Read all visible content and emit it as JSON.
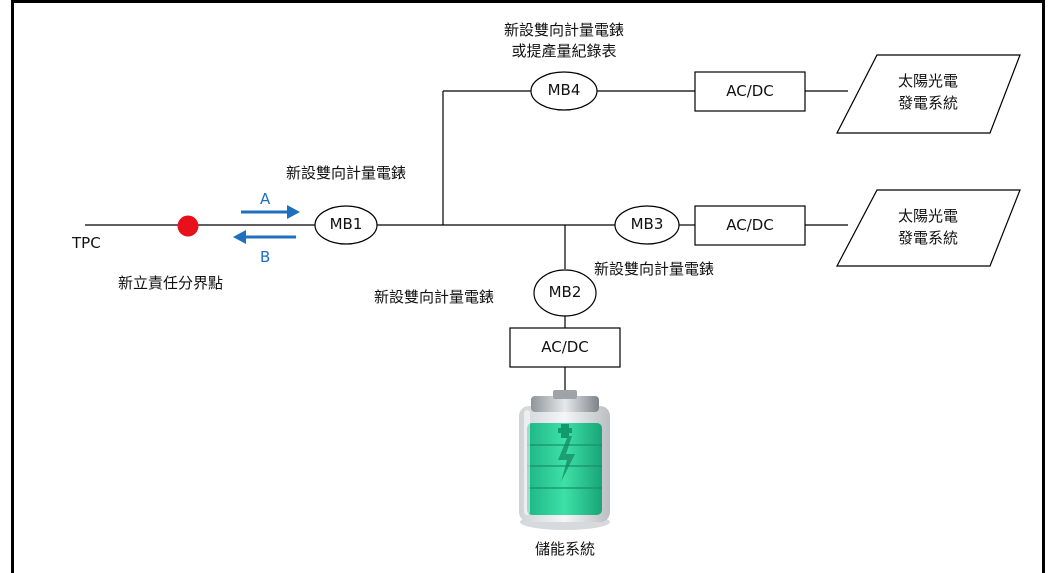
{
  "diagram": {
    "tpc_label": "TPC",
    "boundary_label": "新立責任分界點",
    "arrow_a": "A",
    "arrow_b": "B",
    "meters": {
      "mb1": "MB1",
      "mb2": "MB2",
      "mb3": "MB3",
      "mb4": "MB4"
    },
    "meter_notes": {
      "mb1": "新設雙向計量電錶",
      "mb2": "新設雙向計量電錶",
      "mb3": "新設雙向計量電錶",
      "mb4_line1": "新設雙向計量電錶",
      "mb4_line2": "或提產量紀錄表"
    },
    "converters": {
      "top": "AC/DC",
      "middle": "AC/DC",
      "bottom": "AC/DC"
    },
    "solar_top_line1": "太陽光電",
    "solar_top_line2": "發電系統",
    "solar_mid_line1": "太陽光電",
    "solar_mid_line2": "發電系統",
    "storage_label": "儲能系統",
    "colors": {
      "boundary_dot": "#e8101a",
      "arrow": "#1f6fbf",
      "battery_fill": "#2fd49a"
    }
  }
}
